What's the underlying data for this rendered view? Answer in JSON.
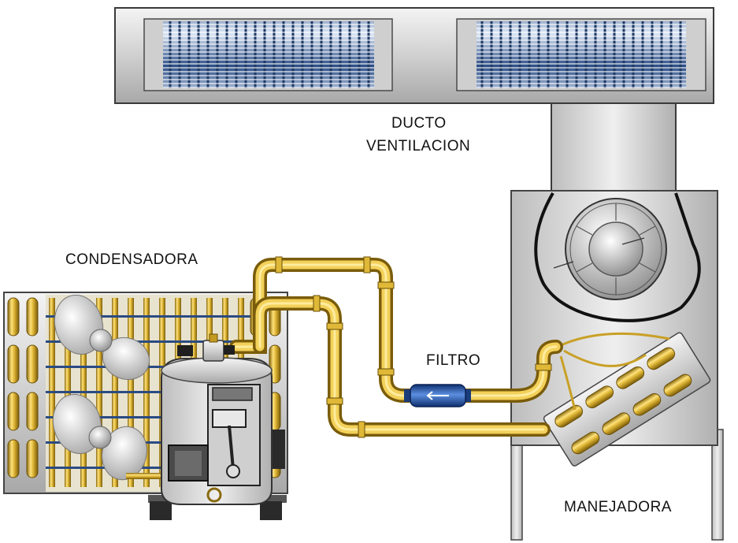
{
  "labels": {
    "duct_line1": "DUCTO",
    "duct_line2": "VENTILACION",
    "condenser": "CONDENSADORA",
    "filter": "FILTRO",
    "air_handler": "MANEJADORA"
  },
  "colors": {
    "pipe_gold": "#d9b031",
    "pipe_dark": "#8a6a10",
    "metal_light": "#e6e6e6",
    "metal_mid": "#c8c8c8",
    "metal_dark": "#555555",
    "filter_blue": "#2a5db0",
    "grille_blue": "#4a6fa8"
  },
  "icons": [
    "fan-blade-icon",
    "blower-wheel-icon",
    "compressor-icon",
    "piston-icon",
    "motor-icon",
    "valve-icon",
    "filter-arrow-icon"
  ]
}
